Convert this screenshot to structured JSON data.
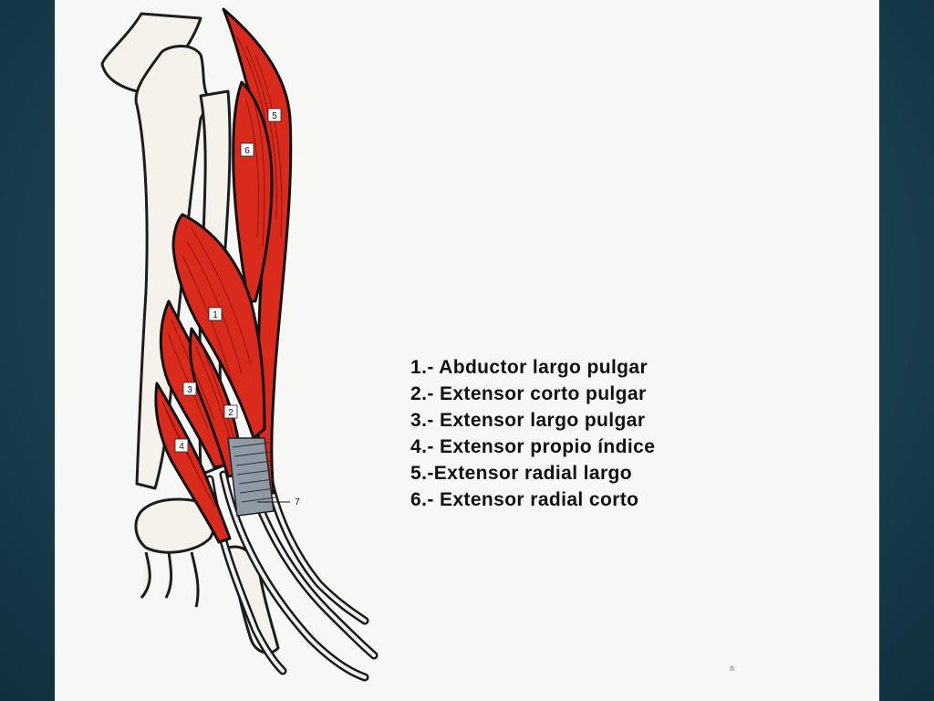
{
  "figure": {
    "muscle_labels": [
      "1",
      "2",
      "3",
      "4",
      "5",
      "6",
      "7"
    ],
    "corner_mark": "n"
  },
  "legend": {
    "items": [
      "1.- Abductor largo pulgar",
      "2.- Extensor corto pulgar",
      "3.- Extensor largo pulgar",
      "4.- Extensor propio índice",
      "5.-Extensor radial largo",
      "6.- Extensor radial corto"
    ]
  },
  "colors": {
    "background": "#1b4252",
    "slide": "#f7f7f5",
    "muscle": "#d92a1c",
    "outline": "#111111"
  }
}
